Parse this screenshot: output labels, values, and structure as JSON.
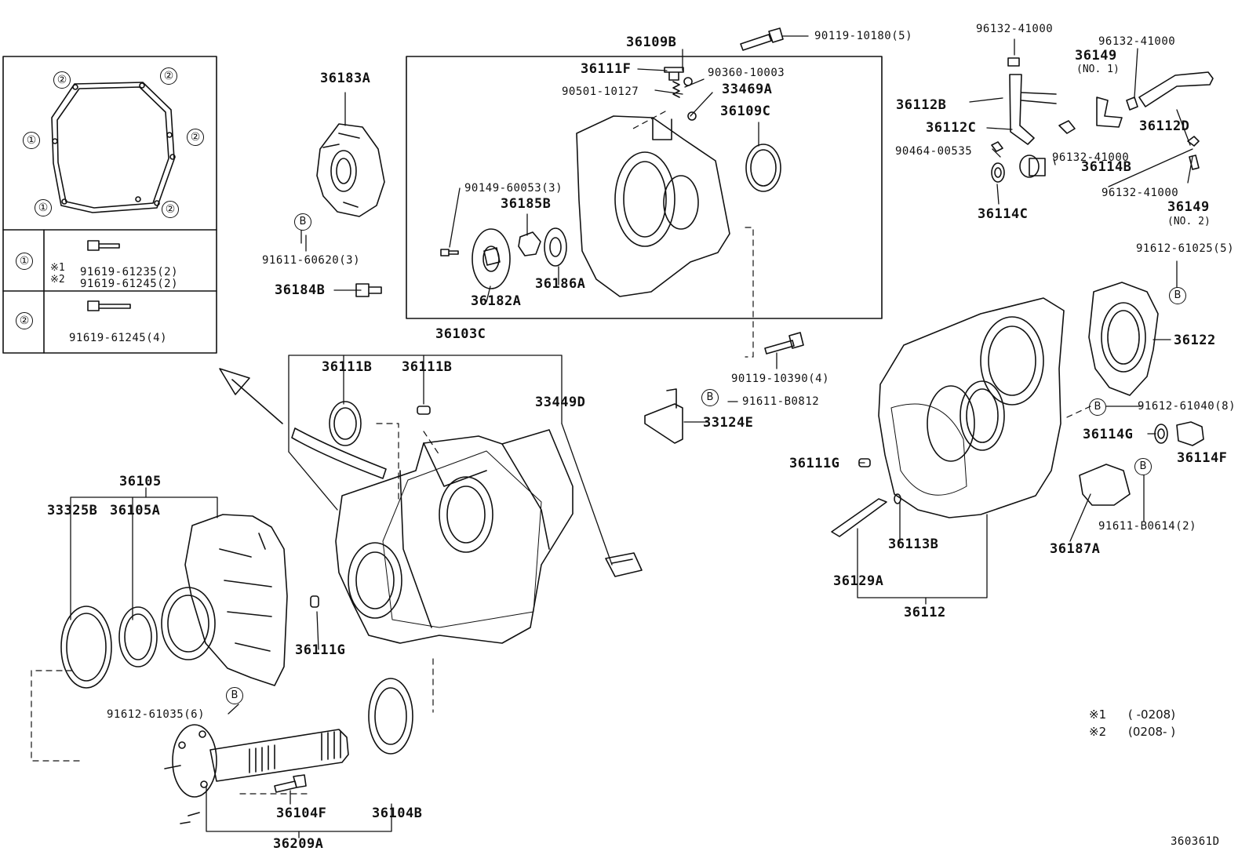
{
  "diagram_id": "360361D",
  "parts": {
    "p36109B": "36109B",
    "p90119_10180": "90119-10180(5)",
    "p96132_a": "96132-41000",
    "p96132_b": "96132-41000",
    "p96132_c": "96132-41000",
    "p96132_d": "96132-41000",
    "p36149_1": "36149",
    "p36149_1_no": "(NO. 1)",
    "p36149_2": "36149",
    "p36149_2_no": "(NO. 2)",
    "p36111F": "36111F",
    "p90360": "90360-10003",
    "p33469A": "33469A",
    "p90501": "90501-10127",
    "p36109C": "36109C",
    "p36183A": "36183A",
    "p36112B": "36112B",
    "p36112C": "36112C",
    "p36112D": "36112D",
    "p90464": "90464-00535",
    "p36114B": "36114B",
    "p36114C": "36114C",
    "p90149": "90149-60053(3)",
    "p36185B": "36185B",
    "p36182A": "36182A",
    "p36186A": "36186A",
    "p91611_60620": "91611-60620(3)",
    "p36184B": "36184B",
    "p91612_61025": "91612-61025(5)",
    "p36103C": "36103C",
    "p36111B_a": "36111B",
    "p36111B_b": "36111B",
    "p33449D": "33449D",
    "p90119_10390": "90119-10390(4)",
    "p91611_B0812": "91611-B0812",
    "p33124E": "33124E",
    "p36122": "36122",
    "p91612_61040": "91612-61040(8)",
    "p36114G": "36114G",
    "p36114F": "36114F",
    "p36111G_r": "36111G",
    "p36105": "36105",
    "p33325B": "33325B",
    "p36105A": "36105A",
    "p36113B": "36113B",
    "p36187A": "36187A",
    "p91611_B0614": "91611-B0614(2)",
    "p36129A": "36129A",
    "p36112": "36112",
    "p36111G_l": "36111G",
    "p91612_61035": "91612-61035(6)",
    "p36104F": "36104F",
    "p36104B": "36104B",
    "p36209A": "36209A"
  },
  "legend": {
    "callout_1": "①",
    "callout_2": "②",
    "row1_mark1": "※1",
    "row1_mark2": "※2",
    "row1_part1": "91619-61235(2)",
    "row1_part2": "91619-61245(2)",
    "row2_part": "91619-61245(4)"
  },
  "footnotes": {
    "note1_mark": "※1",
    "note1_range": "(      -0208)",
    "note2_mark": "※2",
    "note2_range": "(0208-      )"
  },
  "ref_symbol": "B"
}
